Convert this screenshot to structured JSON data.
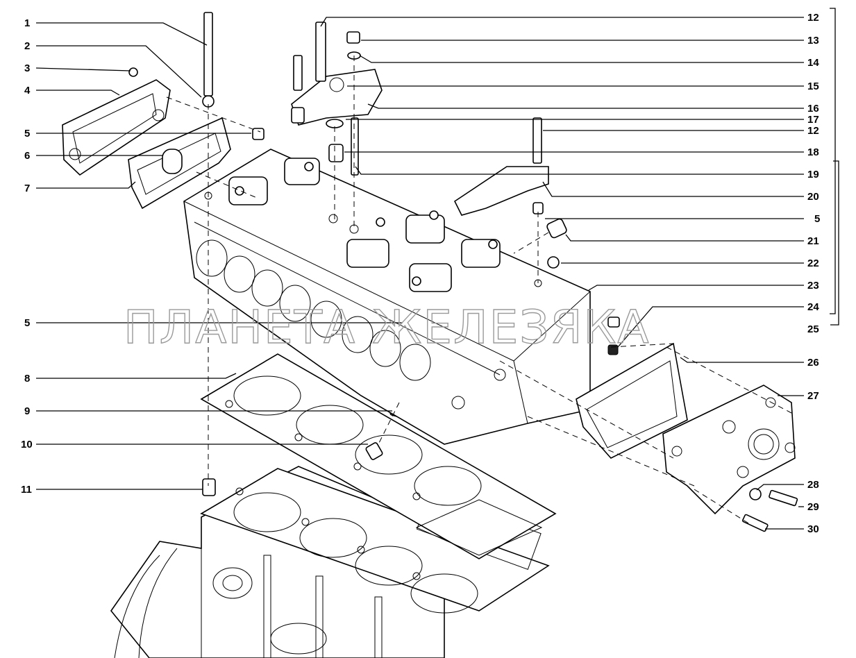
{
  "watermark": "ПЛАНЕТА ЖЕЛЕЗЯКА",
  "callouts": {
    "left": [
      "1",
      "2",
      "3",
      "4",
      "5",
      "6",
      "7",
      "5",
      "8",
      "9",
      "10",
      "11"
    ],
    "right": [
      "12",
      "13",
      "14",
      "15",
      "16",
      "17",
      "12",
      "18",
      "19",
      "20",
      "5",
      "21",
      "22",
      "23",
      "24",
      "25",
      "26",
      "27",
      "28",
      "29",
      "30"
    ]
  }
}
